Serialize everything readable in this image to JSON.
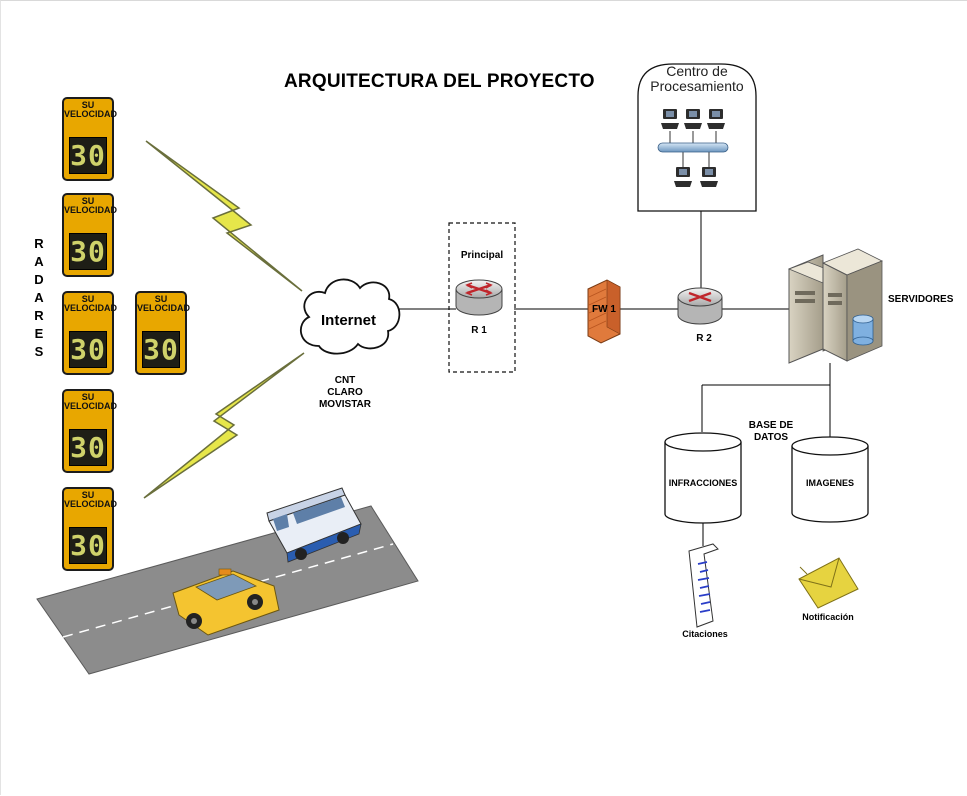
{
  "title": "ARQUITECTURA DEL PROYECTO",
  "radares_label": [
    "R",
    "A",
    "D",
    "A",
    "R",
    "E",
    "S"
  ],
  "radar_sign": {
    "line1": "SU",
    "line2": "VELOCIDAD",
    "speed": "30"
  },
  "internet": {
    "label": "Internet",
    "providers": [
      "CNT",
      "CLARO",
      "MOVISTAR"
    ]
  },
  "router_principal": {
    "caption": "Principal",
    "label": "R 1"
  },
  "firewall": {
    "label": "FW 1"
  },
  "router_2": {
    "label": "R 2"
  },
  "processing_center": {
    "label_line1": "Centro de",
    "label_line2": "Procesamiento"
  },
  "servers": {
    "label": "SERVIDORES"
  },
  "database": {
    "label_line1": "BASE DE",
    "label_line2": "DATOS"
  },
  "db_infracciones": {
    "label": "INFRACCIONES"
  },
  "db_imagenes": {
    "label": "IMAGENES"
  },
  "citaciones": {
    "label": "Citaciones"
  },
  "notificacion": {
    "label": "Notificación"
  },
  "colors": {
    "sign_yellow": "#e8a700",
    "sign_display": "#1e1e16",
    "lightning": "#e6e64a",
    "firewall": "#e07a3c",
    "road": "#8c8c8c",
    "bus": "#2a5db0",
    "taxi": "#f4c430"
  }
}
